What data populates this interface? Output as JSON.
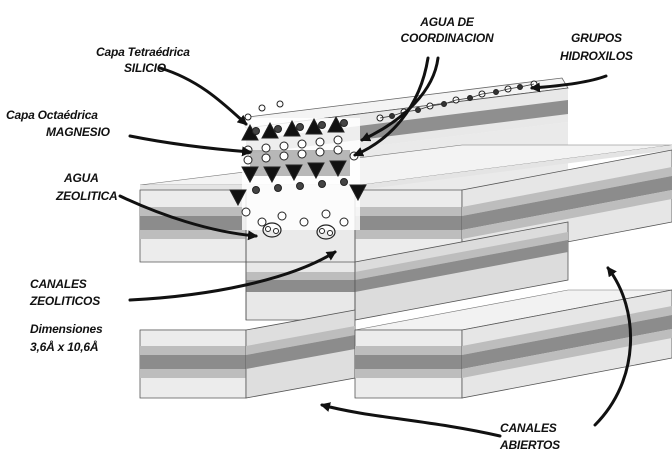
{
  "labels": {
    "capa_tetraedrica": "Capa Tetraédrica",
    "silicio": "SILICIO",
    "agua_de": "AGUA DE",
    "coordinacion": "COORDINACION",
    "grupos": "GRUPOS",
    "hidroxilos": "HIDROXILOS",
    "capa_octaedrica": "Capa Octaédrica",
    "magnesio": "MAGNESIO",
    "agua": "AGUA",
    "zeolitica": "ZEOLITICA",
    "canales": "CANALES",
    "zeoliticos": "ZEOLITICOS",
    "dimensiones": "Dimensiones",
    "dimension_values": "3,6Å x 10,6Å",
    "canales_2": "CANALES",
    "abiertos": "ABIERTOS"
  },
  "colors": {
    "ink": "#111111",
    "light_band": "#e6e6e6",
    "dark_band": "#8e8e8e",
    "mid_band": "#bdbdbd",
    "top_face": "#f2f2f2",
    "side_face": "#cfcfcf"
  }
}
